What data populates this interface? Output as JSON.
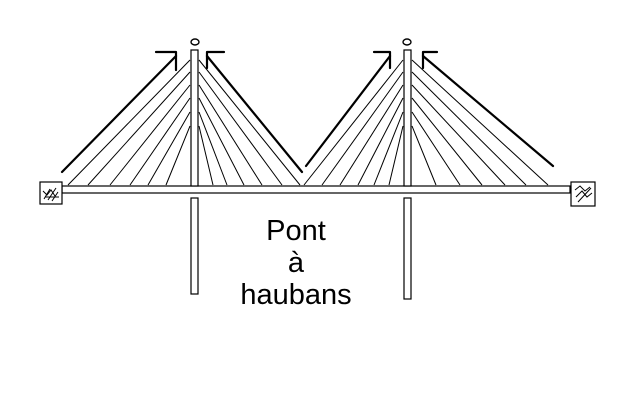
{
  "caption": {
    "line1": "Pont",
    "line2": "à",
    "line3": "haubans"
  },
  "colors": {
    "stroke": "#000000",
    "fill": "#ffffff",
    "background": "#ffffff"
  },
  "icons": {
    "left_anchor": "anchorage-hatch-icon",
    "right_anchor": "anchorage-hatch-icon",
    "tower_lights": "aviation-light-icon",
    "tension_arrows": "arrow-icon"
  }
}
